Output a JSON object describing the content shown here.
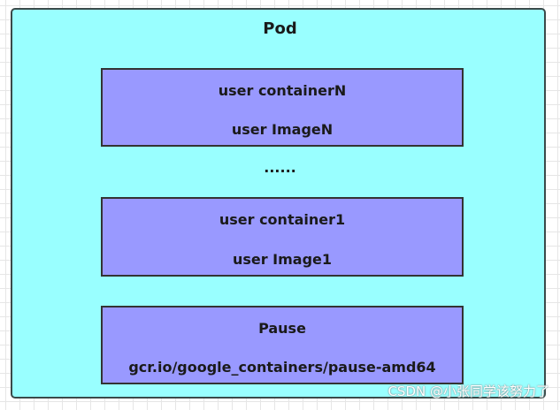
{
  "pod": {
    "title": "Pod",
    "background_color": "#99ffff"
  },
  "containers": {
    "box_color": "#9999ff",
    "user_n": {
      "name": "user containerN",
      "image": "user ImageN"
    },
    "ellipsis": "......",
    "user_1": {
      "name": "user container1",
      "image": "user Image1"
    },
    "pause": {
      "name": "Pause",
      "image": "gcr.io/google_containers/pause-amd64"
    }
  },
  "watermark": "CSDN @小张同学该努力了"
}
